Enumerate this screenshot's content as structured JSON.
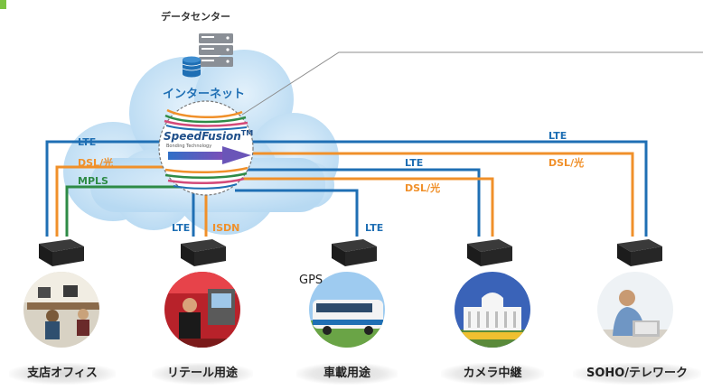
{
  "diagram": {
    "datacenter_label": "データセンター",
    "internet_label": "インターネット",
    "speedfusion": {
      "title": "SpeedFusion",
      "tm": "TM",
      "subtitle": "Bonding Technology"
    },
    "gps_label": "GPS",
    "link_labels": {
      "branch_lte": "LTE",
      "branch_dsl": "DSL/光",
      "branch_mpls": "MPLS",
      "retail_lte": "LTE",
      "retail_isdn": "ISDN",
      "vehicle_lte": "LTE",
      "camera_lte": "LTE",
      "camera_dsl": "DSL/光",
      "soho_lte": "LTE",
      "soho_dsl": "DSL/光"
    },
    "sites": [
      {
        "label": "支店オフィス"
      },
      {
        "label": "リテール用途"
      },
      {
        "label": "車載用途"
      },
      {
        "label": "カメラ中継"
      },
      {
        "label": "SOHO/テレワーク"
      }
    ],
    "colors": {
      "lte": "#1f6fb4",
      "dsl": "#f0902a",
      "mpls": "#2e8b46",
      "cloud": "#c9e3f6"
    }
  }
}
